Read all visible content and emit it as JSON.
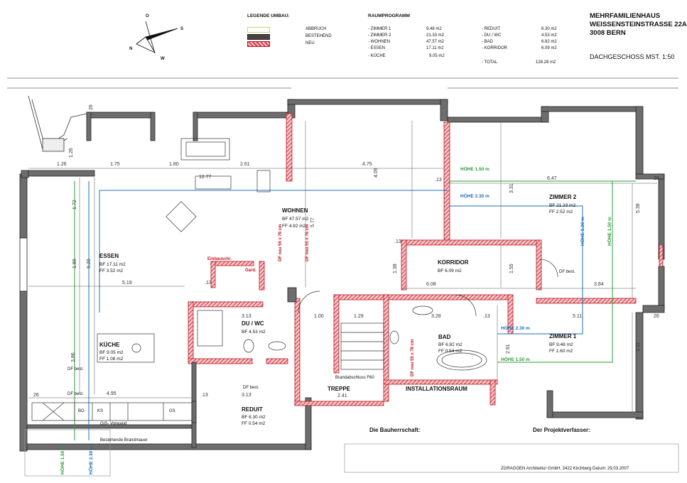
{
  "legend": {
    "title": "LEGENDE UMBAU:",
    "items": [
      {
        "label": "ABBRUCH",
        "color": "#e8f1a0"
      },
      {
        "label": "BESTEHEND",
        "color": "#444444"
      },
      {
        "label": "NEU",
        "color": "#d23a4a"
      }
    ]
  },
  "program": {
    "title": "RAUMPROGRAMM",
    "rows_left": [
      {
        "name": "- ZIMMER 1",
        "value": "9.48 m2"
      },
      {
        "name": "- ZIMMER 2",
        "value": "21.33 m2"
      },
      {
        "name": "- WOHNEN",
        "value": "47.57 m2"
      },
      {
        "name": "- ESSEN",
        "value": "17.11 m2"
      },
      {
        "name": "- KÜCHE",
        "value": "9.05 m2"
      }
    ],
    "rows_right": [
      {
        "name": "- REDUIT",
        "value": "6.30 m2"
      },
      {
        "name": "- DU / WC",
        "value": "4.53 m2"
      },
      {
        "name": "- BAD",
        "value": "6.82 m2"
      },
      {
        "name": "- KORRIDOR",
        "value": "6.09 m2"
      }
    ],
    "total_label": "- TOTAL",
    "total_value": "128.28 m2"
  },
  "project": {
    "line1": "MEHRFAMILIENHAUS",
    "line2": "WEISSENSTEINSTRASSE 22A",
    "line3": "3008 BERN",
    "floor": "DACHGESCHOSS   MST. 1:50"
  },
  "compass": {
    "n": "N",
    "s": "S",
    "o": "O",
    "w": "W"
  },
  "rooms": {
    "wohnen": {
      "name": "WOHNEN",
      "bf": "BF 47.57 m2",
      "ff": "FF 4.92 m2"
    },
    "essen": {
      "name": "ESSEN",
      "bf": "BF 17.11 m2",
      "ff": "FF 3.52 m2"
    },
    "kueche": {
      "name": "KÜCHE",
      "bf": "BF 9.05 m2",
      "ff": "FF 1.08 m2"
    },
    "duwc": {
      "name": "DU / WC",
      "bf": "BF 4.53 m2"
    },
    "reduit": {
      "name": "REDUIT",
      "bf": "BF 6.30 m2",
      "ff": "FF 0.54 m2"
    },
    "korridor": {
      "name": "KORRIDOR",
      "bf": "BF 6.09 m2"
    },
    "bad": {
      "name": "BAD",
      "bf": "BF 6.82 m2",
      "ff": "FF 0.54 m2"
    },
    "zimmer2": {
      "name": "ZIMMER 2",
      "bf": "BF 21.33 m2",
      "ff": "FF 2.52 m2"
    },
    "zimmer1": {
      "name": "ZIMMER 1",
      "bf": "BF 9.48 m2",
      "ff": "FF 1.60 m2"
    },
    "treppe": {
      "name": "TREPPE"
    },
    "installation": {
      "name": "INSTALLATIONSRAUM"
    }
  },
  "labels": {
    "hoehe150": "HÖHE 1.50 m",
    "hoehe230": "HÖHE 2.30 m",
    "df_best": "DF best.",
    "df_neu": "DF neu 55 x 78 cm",
    "einbauschr": "Einbauschr.",
    "gard": "Gard.",
    "brandabschluss": "Brandabschluss F60",
    "gis": "GIS- Vorwand",
    "brandmauer": "Bestehende Brandmauer",
    "bo": "BO",
    "ks": "KS",
    "gs": "GS"
  },
  "dims": {
    "d126a": "1.26",
    "d175": "1.75",
    "d180": "1.80",
    "d261": "2.61",
    "d475": "4.75",
    "d1277": "12.77",
    "d647": "6.47",
    "d172": "1.72",
    "d189": "1.89",
    "d920": "9.20",
    "d519": "5.19",
    "d409": "4.09",
    "d577": "5.77",
    "d608": "6.08",
    "d384": "3.84",
    "d511": "5.11",
    "d538": "5.38",
    "d331a": "3.31",
    "d331b": "3.31",
    "d155": "1.55",
    "d138": "1.38",
    "d313a": "3.13",
    "d313b": "3.13",
    "d328": "3.28",
    "d495": "4.95",
    "d386": "3.86",
    "d241": "2.41",
    "d291": "2.91",
    "d100": "1.00",
    "d129": "1.29",
    "d13": ".13",
    "d26": "26",
    "d126b": "1.26"
  },
  "footer": {
    "bauherr": "Die Bauherrschaft:",
    "verfasser": "Der Projektverfasser:",
    "architekt": "ZGRAGGEN Architektur GmbH, 3422 Kirchberg  Datum: 29.03.2007"
  }
}
